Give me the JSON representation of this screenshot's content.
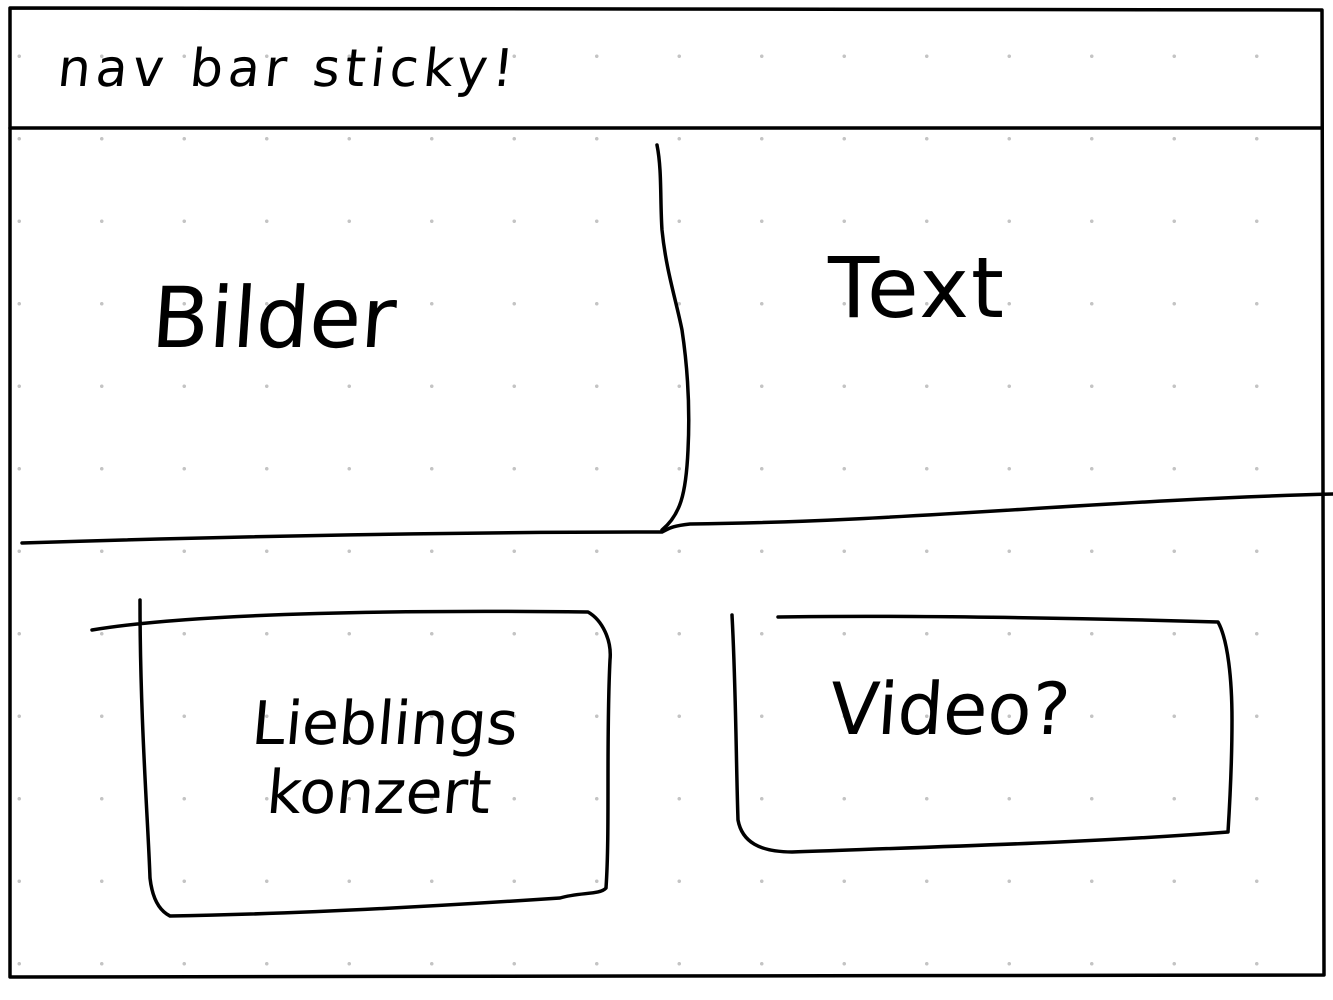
{
  "sketch": {
    "nav": {
      "label": "nav bar sticky!"
    },
    "images_section": {
      "label": "Bilder"
    },
    "text_section": {
      "label": "Text"
    },
    "concert_box": {
      "label": "Lieblings\nkonzert"
    },
    "video_box": {
      "label": "Video?"
    },
    "colors": {
      "ink": "#000000",
      "paper": "#ffffff",
      "grid_dot": "#c4c4c4"
    }
  }
}
